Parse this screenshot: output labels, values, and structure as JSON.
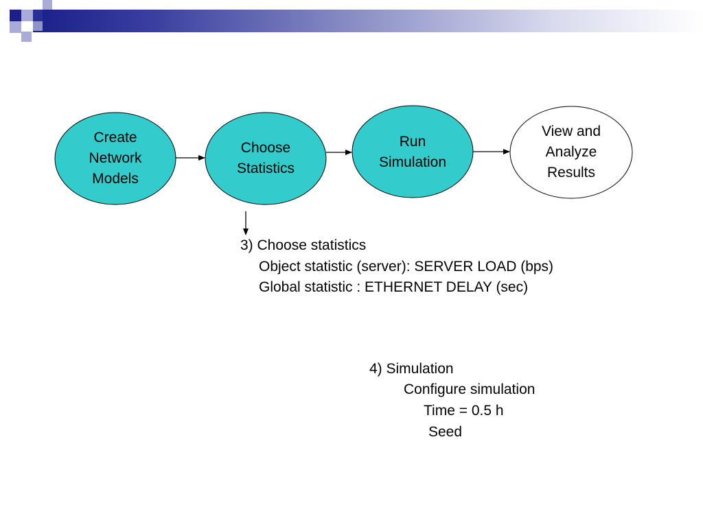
{
  "colors": {
    "node_fill": "#33cccc",
    "node_fill_light": "#ffffff",
    "stroke": "#000000",
    "header_dark": "#1a1f8a",
    "header_light": "#a9acd9"
  },
  "diagram": {
    "nodes": [
      {
        "id": "create",
        "label": "Create\nNetwork\nModels",
        "style": "filled"
      },
      {
        "id": "choose",
        "label": "Choose\nStatistics",
        "style": "filled"
      },
      {
        "id": "run",
        "label": "Run\nSimulation",
        "style": "filled"
      },
      {
        "id": "view",
        "label": "View and\nAnalyze\nResults",
        "style": "outline"
      }
    ],
    "edges": [
      {
        "from": "create",
        "to": "choose"
      },
      {
        "from": "choose",
        "to": "run"
      },
      {
        "from": "run",
        "to": "view"
      }
    ]
  },
  "notes": {
    "step3": {
      "title": "3) Choose statistics",
      "line1": "Object statistic (server): SERVER LOAD (bps)",
      "line2": "Global statistic : ETHERNET DELAY (sec)"
    },
    "step4": {
      "title": "4) Simulation",
      "line1": "Configure simulation",
      "line2": "Time = 0.5 h",
      "line3": "Seed"
    }
  }
}
